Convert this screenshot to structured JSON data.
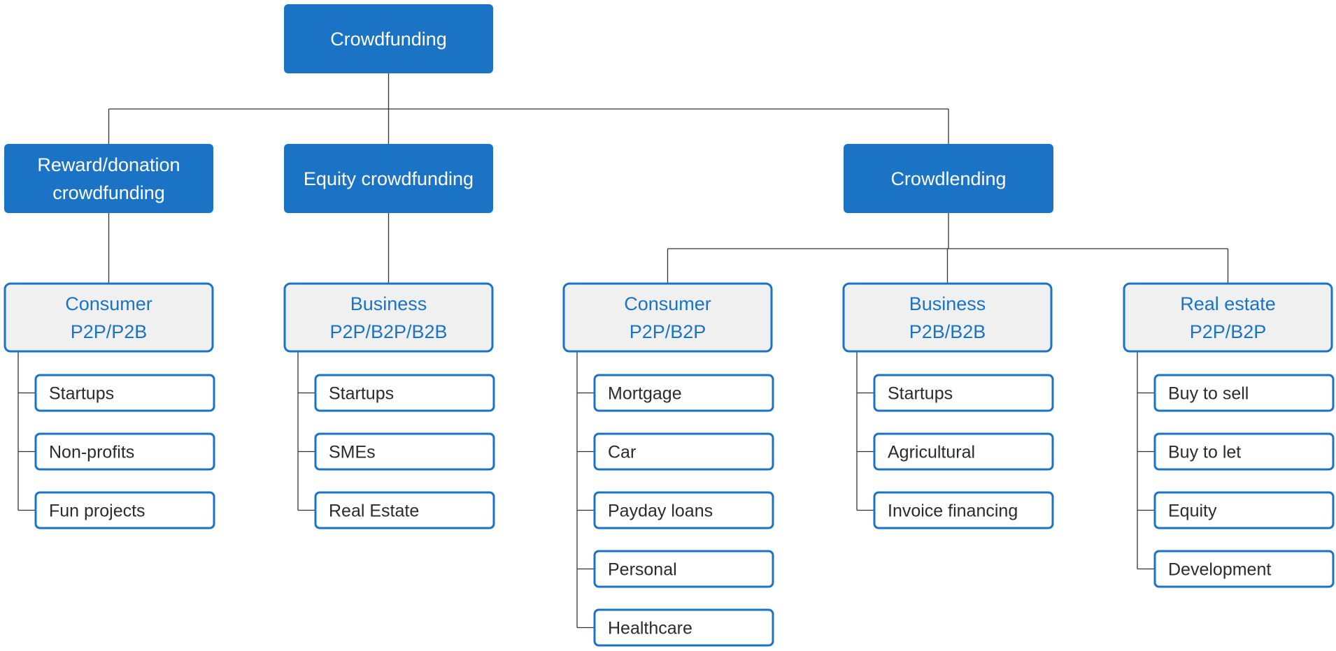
{
  "root": {
    "label": [
      "Crowdfunding"
    ]
  },
  "categories": [
    {
      "label": [
        "Reward/donation",
        "crowdfunding"
      ],
      "subcategory": {
        "label": [
          "Consumer",
          "P2P/P2B"
        ],
        "items": [
          "Startups",
          "Non-profits",
          "Fun projects"
        ]
      }
    },
    {
      "label": [
        "Equity crowdfunding"
      ],
      "subcategory": {
        "label": [
          "Business",
          "P2P/B2P/B2B"
        ],
        "items": [
          "Startups",
          "SMEs",
          "Real Estate"
        ]
      }
    },
    {
      "label": [
        "Crowdlending"
      ],
      "subcategories": [
        {
          "label": [
            "Consumer",
            "P2P/B2P"
          ],
          "items": [
            "Mortgage",
            "Car",
            "Payday loans",
            "Personal",
            "Healthcare"
          ]
        },
        {
          "label": [
            "Business",
            "P2B/B2B"
          ],
          "items": [
            "Startups",
            "Agricultural",
            "Invoice financing"
          ]
        },
        {
          "label": [
            "Real estate",
            "P2P/B2P"
          ],
          "items": [
            "Buy to sell",
            "Buy to let",
            "Equity",
            "Development"
          ]
        }
      ]
    }
  ],
  "colors": {
    "primary_fill": "#1a73c4",
    "primary_text": "#ffffff",
    "secondary_fill": "#f0f0f0",
    "secondary_text": "#1a73c4",
    "border": "#1a73c4",
    "leaf_fill": "#ffffff",
    "leaf_text": "#2b2b2b",
    "connector": "#333333"
  }
}
